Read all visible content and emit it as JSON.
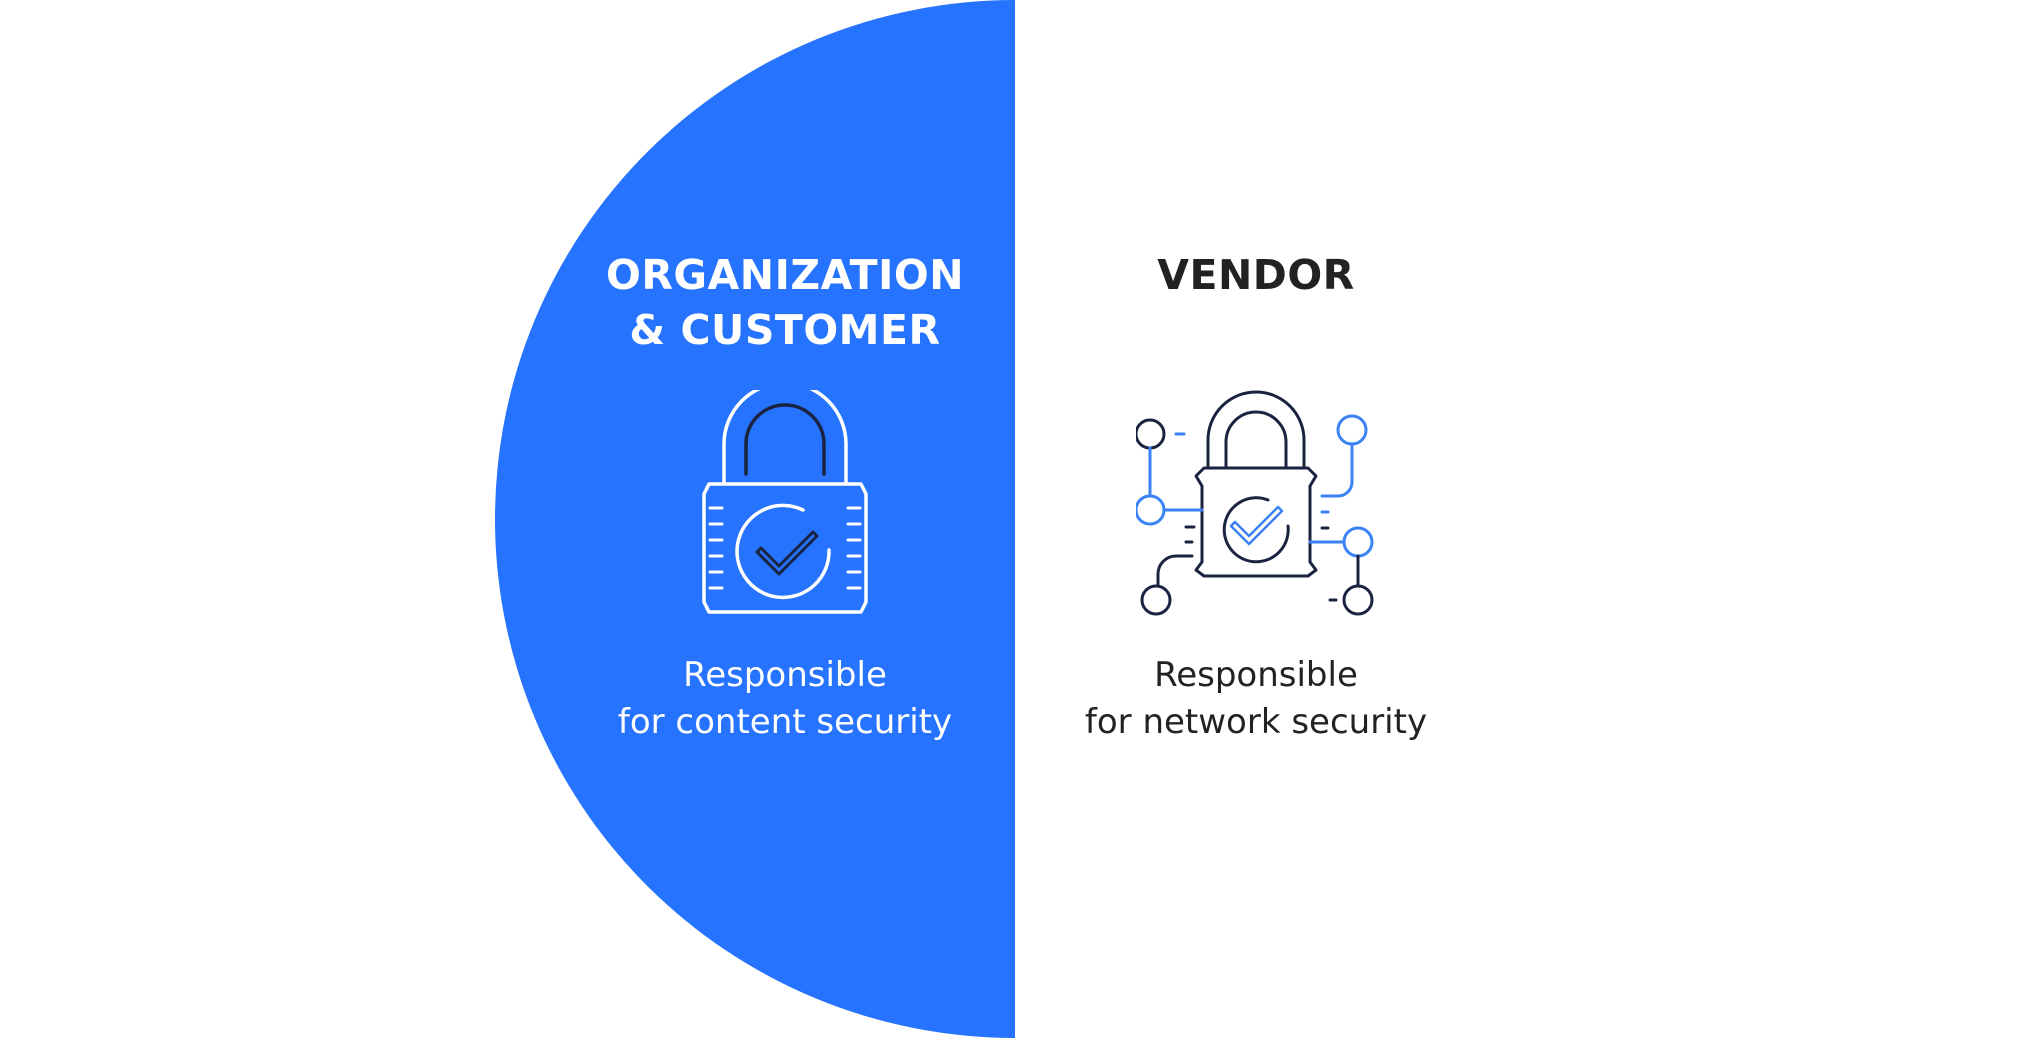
{
  "colors": {
    "accent_blue": "#2673ff",
    "navy": "#1a2340",
    "icon_blue": "#3b82f6",
    "white": "#ffffff",
    "text_dark": "#222222"
  },
  "left": {
    "heading": "ORGANIZATION\n& CUSTOMER",
    "icon": "padlock-check-icon",
    "description_line1": "Responsible",
    "description_line2": "for content security"
  },
  "right": {
    "heading": "VENDOR",
    "icon": "network-padlock-check-icon",
    "description_line1": "Responsible",
    "description_line2": "for network security"
  }
}
